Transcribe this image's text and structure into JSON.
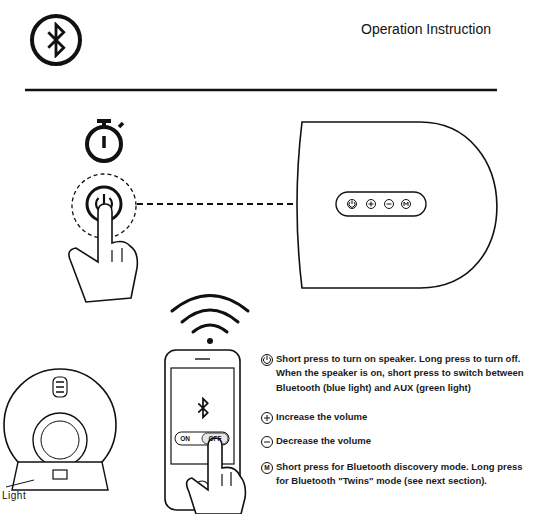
{
  "diagram": {
    "title": "Operation Instruction",
    "labels": [
      "Short press to turn on speaker. Long press to turn off. When the speaker is on, short press to switch between Bluetooth (blue light) and AUX (green light)",
      "Increase the volume",
      "Decrease the volume",
      "M",
      "Short press for Bluetooth discovery mode. Long press for Bluetooth \"Twins\" mode (see next section).",
      "ON",
      "OFF",
      "Light"
    ]
  }
}
